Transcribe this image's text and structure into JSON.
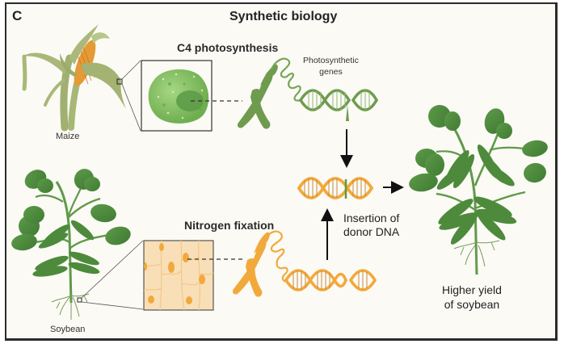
{
  "panel": {
    "letter": "C",
    "title": "Synthetic biology"
  },
  "top_row": {
    "heading": "C4 photosynthesis",
    "source_plant_label": "Maize",
    "genes_label_line1": "Photosynthetic",
    "genes_label_line2": "genes"
  },
  "bottom_row": {
    "heading": "Nitrogen fixation",
    "host_plant_label": "Soybean"
  },
  "process": {
    "insertion_line1": "Insertion of",
    "insertion_line2": "donor DNA"
  },
  "result": {
    "label_line1": "Higher yield",
    "label_line2": "of soybean"
  },
  "colors": {
    "background": "#fbfaf5",
    "frame": "#2a2a2a",
    "maize_green": "#a9b878",
    "photosynthetic_green": "#6f9b4f",
    "cell_green": "#8cc46a",
    "nitrogen_orange": "#f2a93b",
    "root_cell_cream": "#f8dfb8",
    "soy_leaf": "#4f8b3e",
    "corn_cob": "#e59a36"
  }
}
